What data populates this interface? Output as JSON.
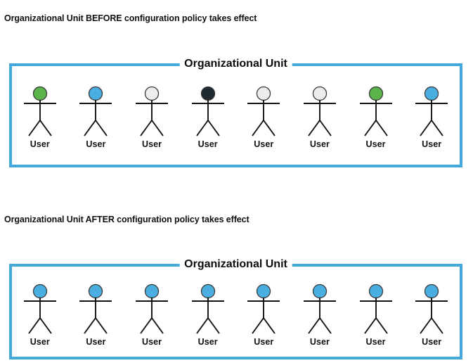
{
  "headings": {
    "before": "Organizational Unit BEFORE configuration policy takes effect",
    "after": "Organizational Unit AFTER configuration policy takes effect"
  },
  "colors": {
    "box_border": "#45a8da",
    "head_green": "#5cb34a",
    "head_blue": "#4aaee0",
    "head_white": "#ededed",
    "head_black": "#1f2a30",
    "head_outline": "#3a3a3a",
    "stroke": "#111111",
    "text": "#111111",
    "background": "#ffffff"
  },
  "sections": [
    {
      "id": "before",
      "heading": "Organizational Unit BEFORE configuration policy takes effect",
      "box_legend": "Organizational Unit",
      "users": [
        {
          "label": "User",
          "head_color": "#5cb34a",
          "state": "green"
        },
        {
          "label": "User",
          "head_color": "#4aaee0",
          "state": "blue"
        },
        {
          "label": "User",
          "head_color": "#ededed",
          "state": "white"
        },
        {
          "label": "User",
          "head_color": "#1f2a30",
          "state": "black"
        },
        {
          "label": "User",
          "head_color": "#ededed",
          "state": "white"
        },
        {
          "label": "User",
          "head_color": "#ededed",
          "state": "white"
        },
        {
          "label": "User",
          "head_color": "#5cb34a",
          "state": "green"
        },
        {
          "label": "User",
          "head_color": "#4aaee0",
          "state": "blue"
        }
      ]
    },
    {
      "id": "after",
      "heading": "Organizational Unit AFTER configuration policy takes effect",
      "box_legend": "Organizational Unit",
      "users": [
        {
          "label": "User",
          "head_color": "#4aaee0",
          "state": "blue"
        },
        {
          "label": "User",
          "head_color": "#4aaee0",
          "state": "blue"
        },
        {
          "label": "User",
          "head_color": "#4aaee0",
          "state": "blue"
        },
        {
          "label": "User",
          "head_color": "#4aaee0",
          "state": "blue"
        },
        {
          "label": "User",
          "head_color": "#4aaee0",
          "state": "blue"
        },
        {
          "label": "User",
          "head_color": "#4aaee0",
          "state": "blue"
        },
        {
          "label": "User",
          "head_color": "#4aaee0",
          "state": "blue"
        },
        {
          "label": "User",
          "head_color": "#4aaee0",
          "state": "blue"
        }
      ]
    }
  ]
}
